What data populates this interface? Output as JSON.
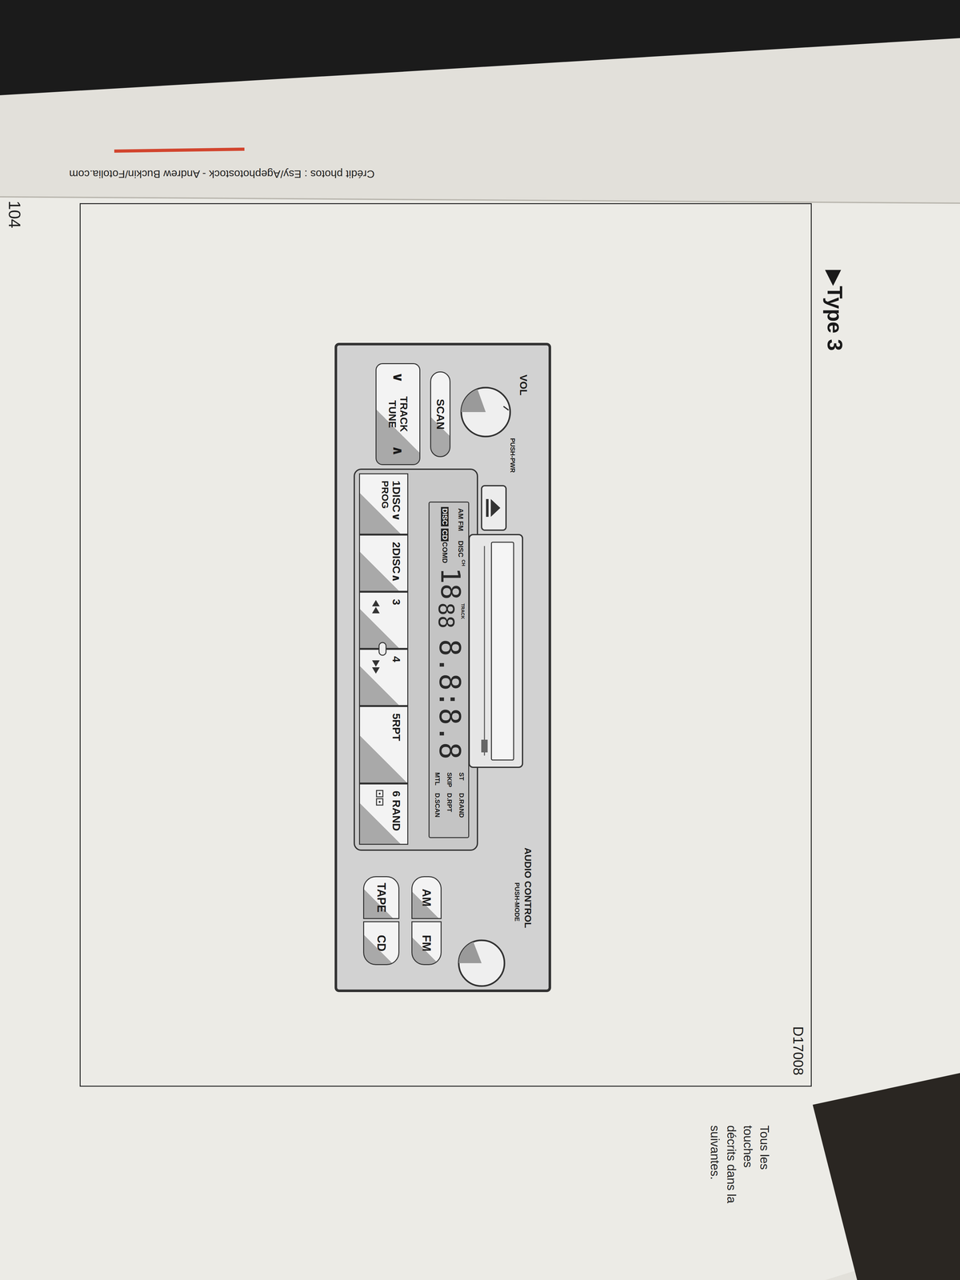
{
  "diagram": {
    "nodes": [
      {
        "text": [
          "▶Type 3",
          "D17008"
        ]
      },
      {
        "text": [
          "VOL",
          "PUSH-PWR",
          "AUDIO CONTROL",
          "PUSH-MODE"
        ],
        "in": 0
      },
      {
        "text": [
          "SCAN"
        ],
        "in": 1
      },
      {
        "text": [
          "∨",
          "TRACK TUNE",
          "∧"
        ],
        "in": 1
      },
      {
        "text": [
          "AM FM",
          "DISC",
          "CH",
          "DISC",
          "CD",
          "COMD",
          "18",
          "TRACK",
          "88",
          "8.8:8.8",
          "ST",
          "D.RAND",
          "SKIP",
          "D.RPT",
          "MTL",
          "D.SCAN"
        ],
        "in": 1
      },
      {
        "text": [
          "1DISC∨",
          "PROG"
        ],
        "in": 1
      },
      {
        "text": [
          "2DISC∧"
        ],
        "in": 1
      },
      {
        "text": [
          "3"
        ],
        "in": 1
      },
      {
        "text": [
          "4"
        ],
        "in": 1
      },
      {
        "text": [
          "5RPT"
        ],
        "in": 1
      },
      {
        "text": [
          "6 RAND"
        ],
        "in": 1
      },
      {
        "text": [
          "AM"
        ],
        "in": 1
      },
      {
        "text": [
          "FM"
        ],
        "in": 1
      },
      {
        "text": [
          "TAPE"
        ],
        "in": 1
      },
      {
        "text": [
          "CD"
        ],
        "in": 1
      }
    ],
    "labels": [
      "104",
      "Crédit photos : Esy/Agephotostock - Andrew Buckin/Fotolia.com",
      "Tous les",
      "touches",
      "décrits dans la",
      "suivantes."
    ]
  }
}
